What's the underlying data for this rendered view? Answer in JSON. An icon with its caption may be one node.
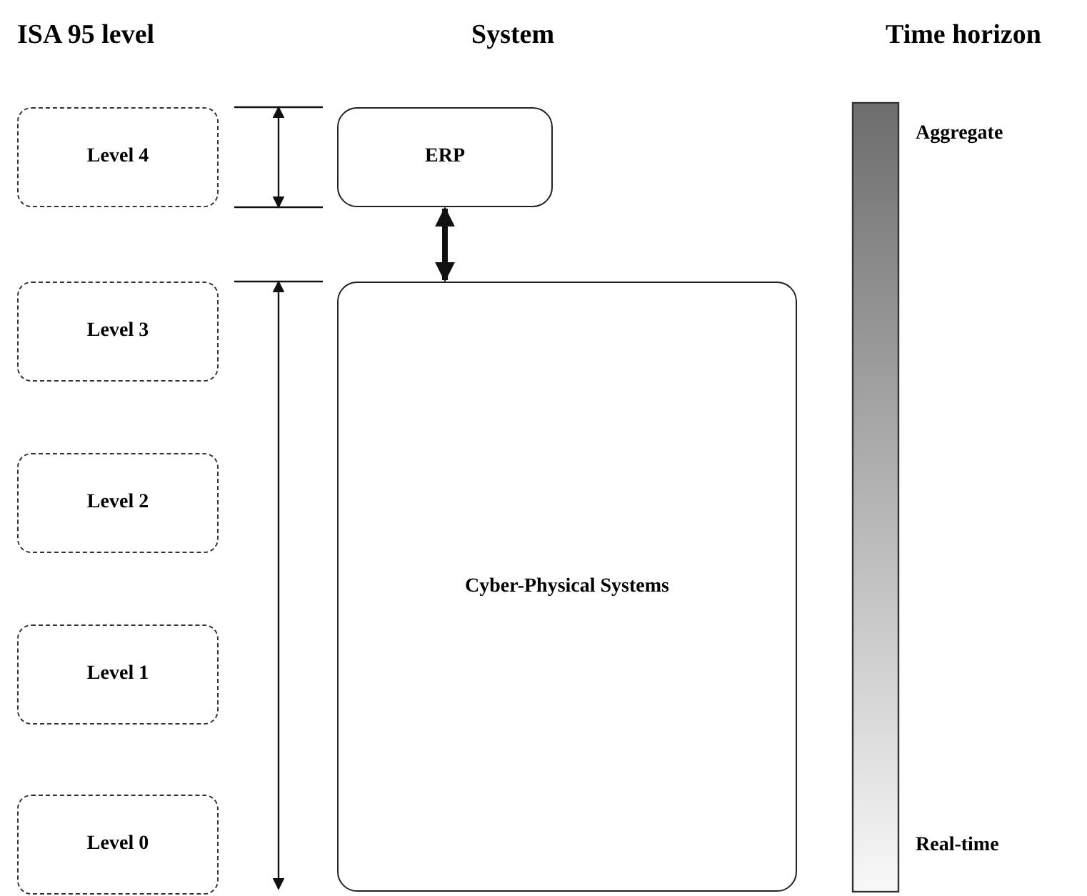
{
  "diagram": {
    "nodes": [
      {
        "text": [
          "Level 4"
        ]
      },
      {
        "text": [
          "Level 3"
        ]
      },
      {
        "text": [
          "Level 2"
        ]
      },
      {
        "text": [
          "Level 1"
        ]
      },
      {
        "text": [
          "Level 0"
        ]
      },
      {
        "text": [
          "ERP"
        ]
      },
      {
        "text": [
          "Cyber-Physical Systems"
        ]
      },
      {
        "text": [],
        "shape": "bar",
        "beside": [
          "Aggregate",
          "Real-time"
        ]
      }
    ],
    "edges": [
      {
        "from": 5,
        "to": 6,
        "arrow": "both"
      }
    ],
    "labels": [
      "ISA 95 level",
      "System",
      "Time horizon"
    ]
  }
}
